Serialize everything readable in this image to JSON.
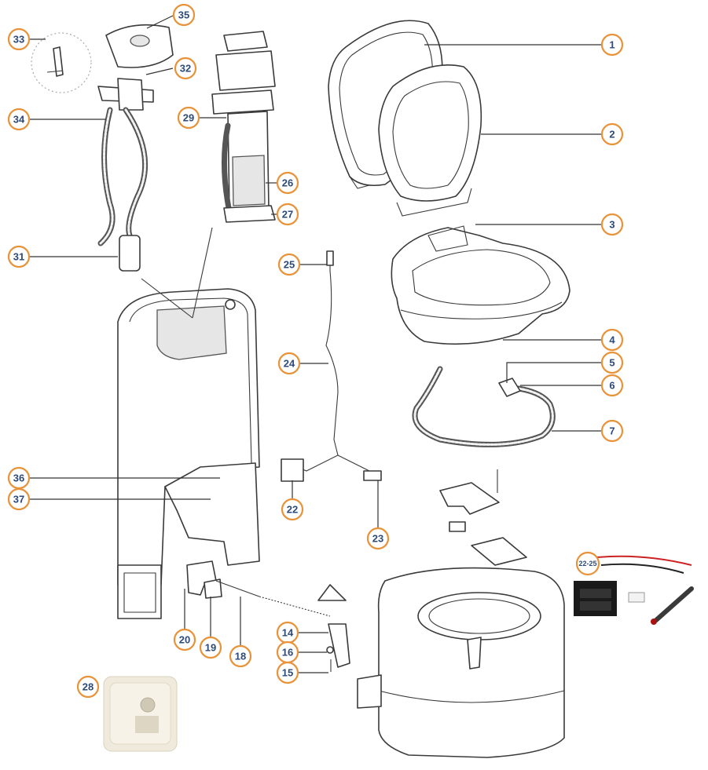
{
  "colors": {
    "label_ring": "#e8923a",
    "label_text": "#2c4a7a",
    "line_art": "#3a3a3a",
    "photo_cream": "#efeadc"
  },
  "labels": {
    "l1": "1",
    "l2": "2",
    "l3": "3",
    "l4": "4",
    "l5": "5",
    "l6": "6",
    "l7": "7",
    "l14": "14",
    "l15": "15",
    "l16": "16",
    "l18": "18",
    "l19": "19",
    "l20": "20",
    "l22": "22",
    "l23": "23",
    "l24": "24",
    "l25": "25",
    "l26": "26",
    "l27": "27",
    "l28": "28",
    "l29": "29",
    "l31": "31",
    "l32": "32",
    "l33": "33",
    "l34": "34",
    "l35": "35",
    "l36": "36",
    "l37": "37",
    "l2225": "22-25"
  }
}
